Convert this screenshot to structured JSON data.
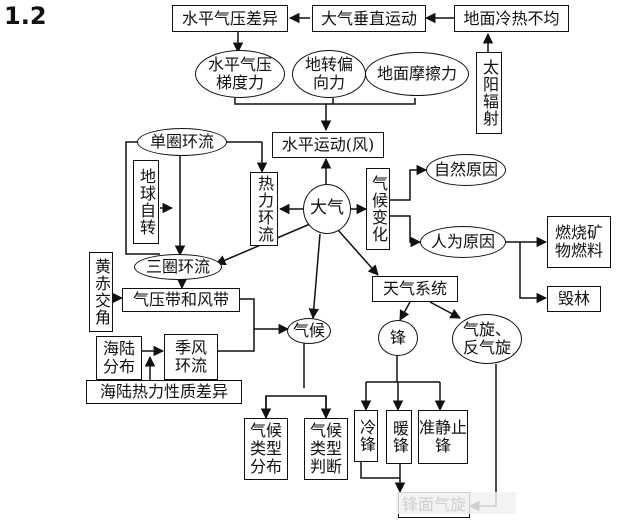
{
  "figure_label": "1.2",
  "nodes": {
    "horiz_pressure_diff": "水平气压差异",
    "vertical_motion": "大气垂直运动",
    "uneven_heating": "地面冷热不均",
    "solar_radiation": "太阳辐射",
    "pressure_gradient_force": "水平气压\n梯度力",
    "coriolis_force": "地转偏\n向力",
    "friction_force": "地面摩擦力",
    "horizontal_motion": "水平运动(风)",
    "single_cell": "单圈环流",
    "earth_rotation": "地球自转",
    "thermal_circulation": "热力环流",
    "atmosphere": "大气",
    "climate_change": "气候变化",
    "natural_causes": "自然原因",
    "human_causes": "人为原因",
    "fossil_fuels": "燃烧矿\n物燃料",
    "deforestation": "毁林",
    "three_cell": "三圈环流",
    "ecliptic_angle": "黄赤交角",
    "pressure_wind_belts": "气压带和风带",
    "weather_system": "天气系统",
    "land_sea_distribution": "海陆\n分布",
    "monsoon_circulation": "季风\n环流",
    "climate": "气候",
    "front": "锋",
    "cyclone_anticyclone": "气旋、\n反气旋",
    "land_sea_thermal_diff": "海陆热力性质差异",
    "climate_type_distribution": "气候\n类型\n分布",
    "climate_type_identification": "气候\n类型\n判断",
    "cold_front": "冷锋",
    "warm_front": "暖锋",
    "stationary_front": "准静止锋",
    "frontal_cyclone": "锋面气旋"
  }
}
